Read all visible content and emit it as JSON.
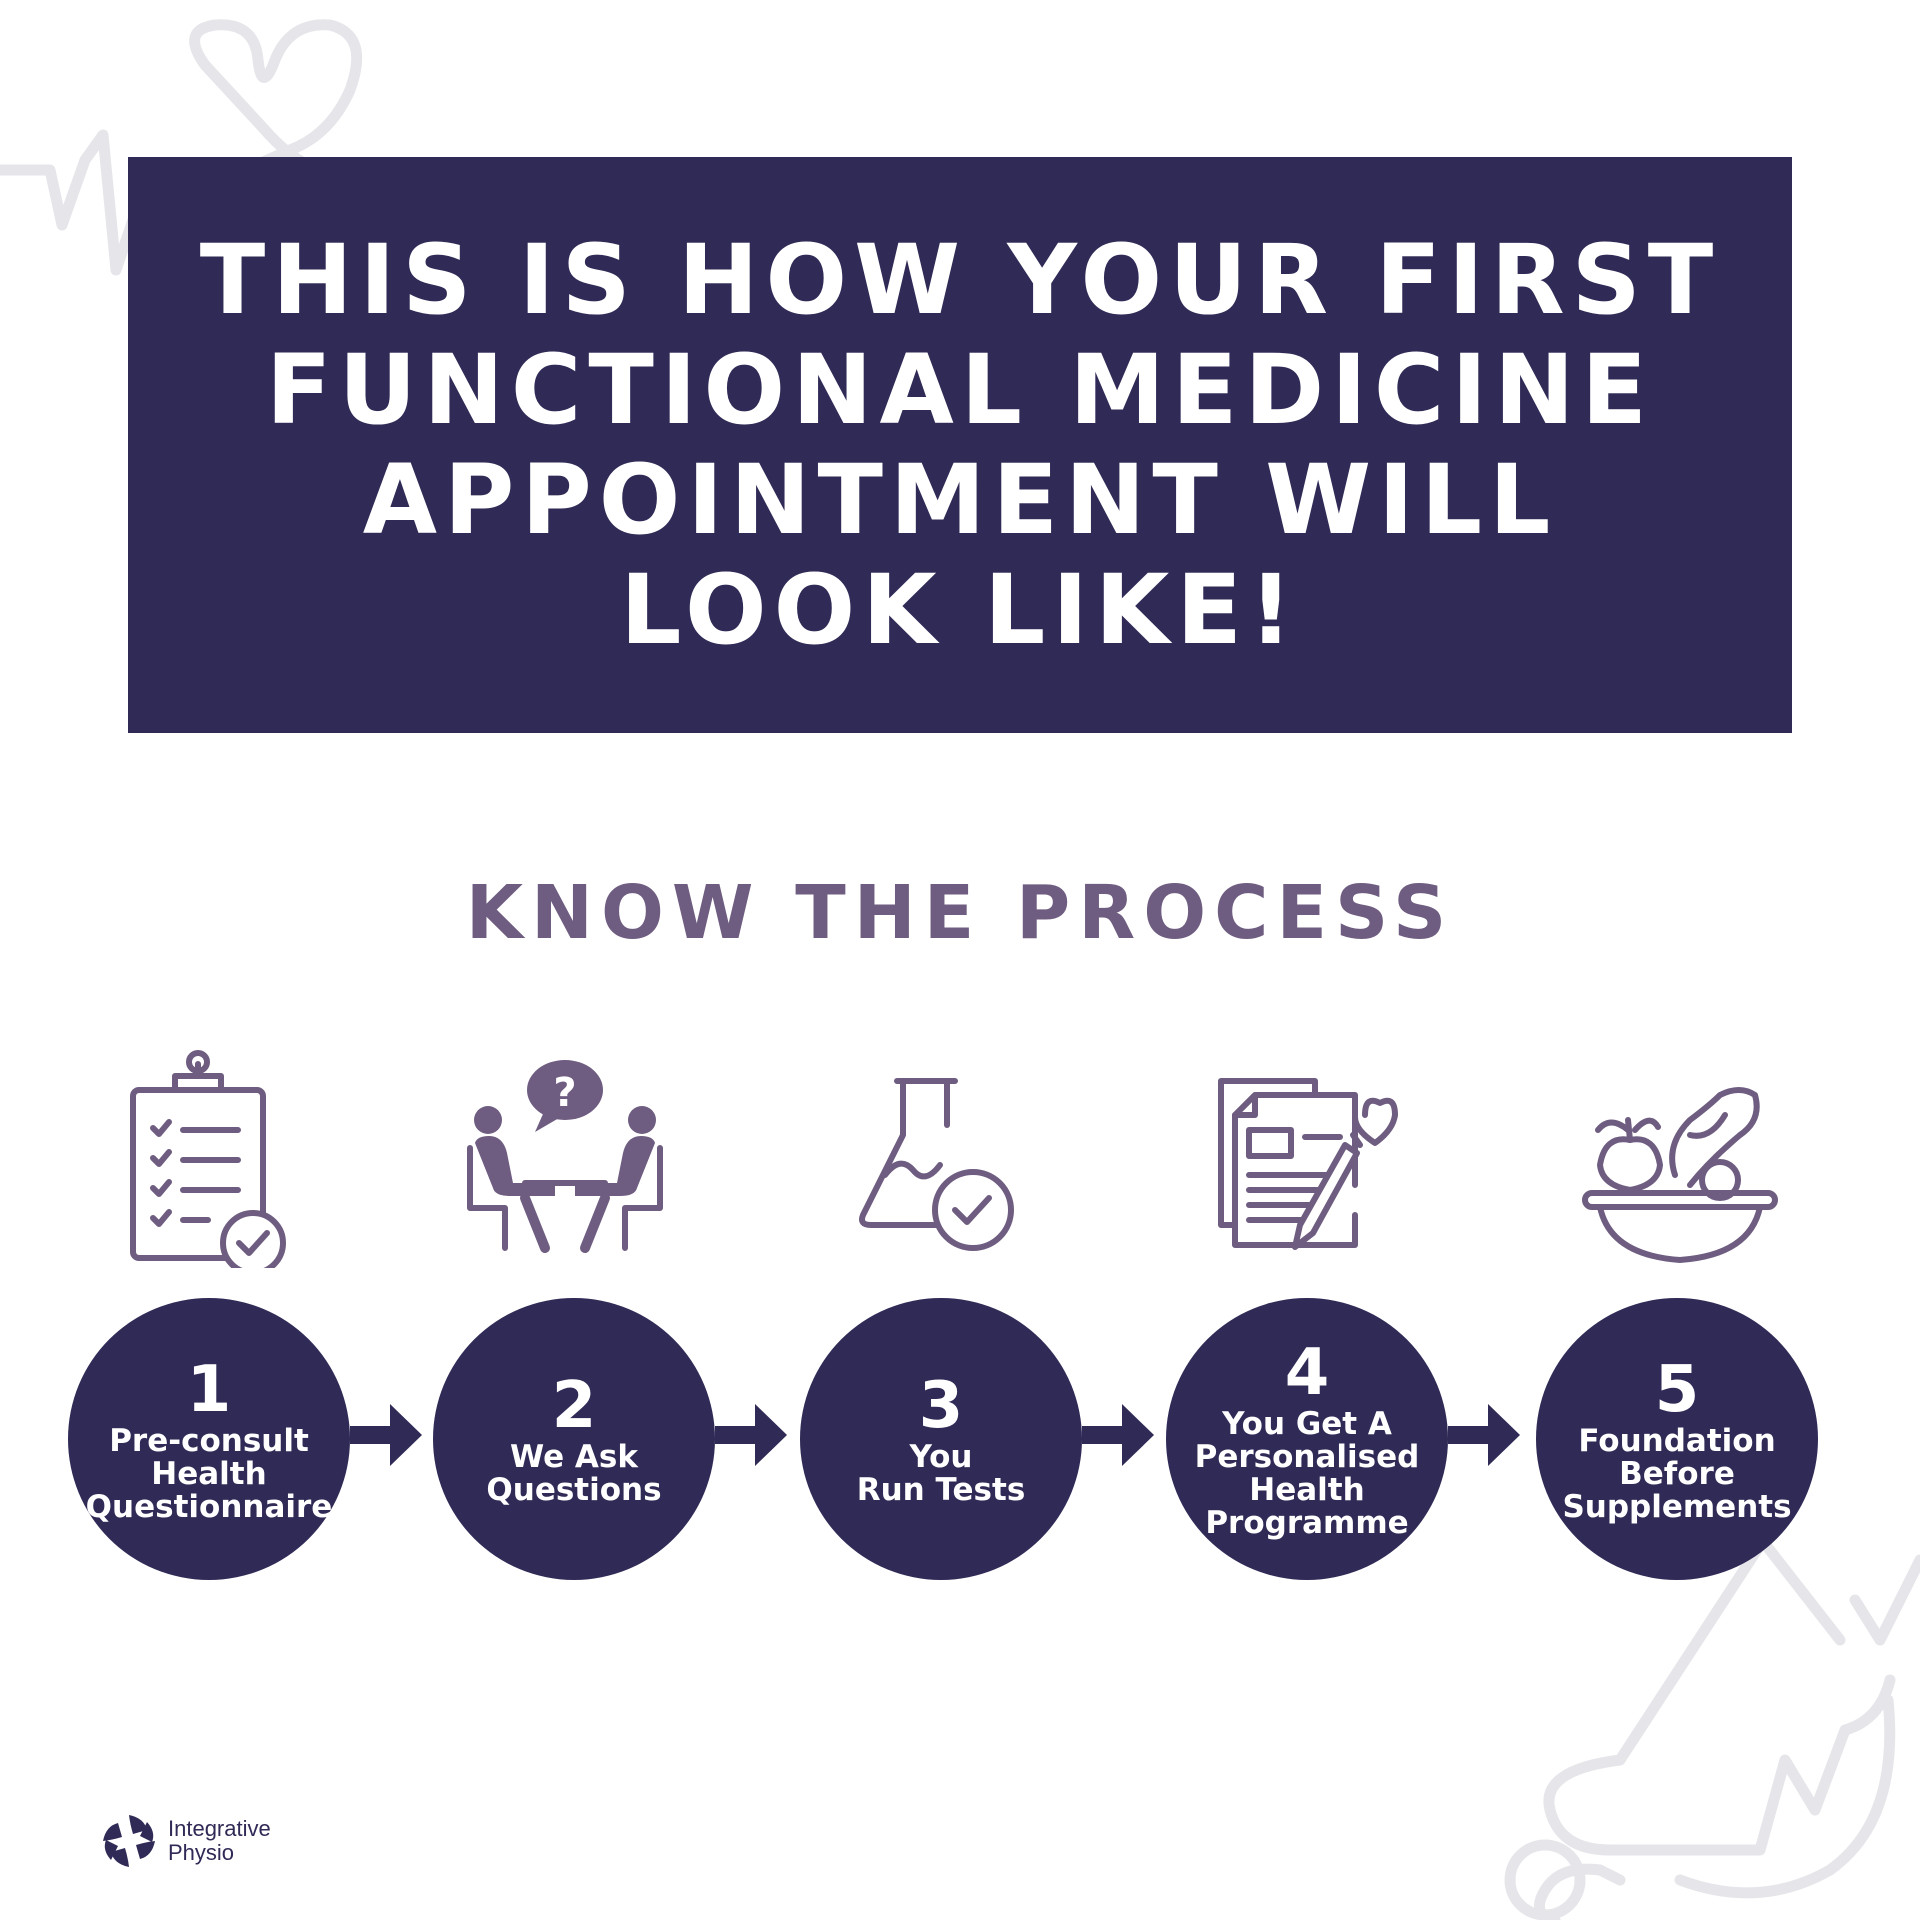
{
  "colors": {
    "navy": "#2f2a56",
    "purple": "#6e5d80",
    "deco_grey": "#e6e5ea",
    "background": "#ffffff"
  },
  "header": {
    "title": "THIS IS HOW YOUR FIRST\nFUNCTIONAL MEDICINE\nAPPOINTMENT WILL\nLOOK LIKE!"
  },
  "subtitle": "KNOW THE PROCESS",
  "steps": [
    {
      "number": "1",
      "label": "Pre-consult\nHealth\nQuestionnaire",
      "icon": "clipboard-checklist-icon"
    },
    {
      "number": "2",
      "label": "We Ask\nQuestions",
      "icon": "consultation-icon"
    },
    {
      "number": "3",
      "label": "You\nRun Tests",
      "icon": "lab-flask-icon"
    },
    {
      "number": "4",
      "label": "You Get A\nPersonalised\nHealth\nProgramme",
      "icon": "health-plan-document-icon"
    },
    {
      "number": "5",
      "label": "Foundation\nBefore\nSupplements",
      "icon": "food-bowl-icon"
    }
  ],
  "logo": {
    "text": "Integrative\nPhysio",
    "icon": "aperture-logo-icon"
  }
}
